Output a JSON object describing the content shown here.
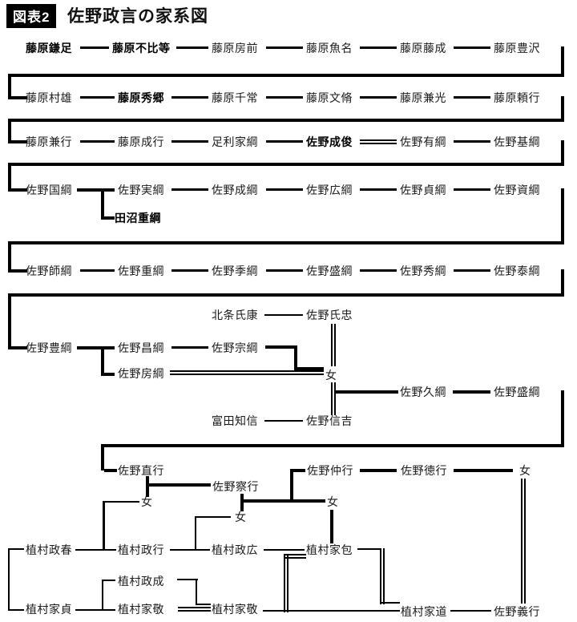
{
  "title": {
    "tag": "図表2",
    "heading": "佐野政言の家系図"
  },
  "colors": {
    "line": "#000000",
    "background": "#ffffff",
    "tag_background": "#000000",
    "tag_text": "#ffffff"
  },
  "diagram": {
    "node_fields": [
      "label",
      "x",
      "y_center",
      "bold"
    ],
    "line_fields_s": [
      "type",
      "x",
      "y",
      "width",
      "height"
    ],
    "line_fields_dh": [
      "type",
      "x",
      "y",
      "width"
    ],
    "line_fields_dv": [
      "type",
      "x",
      "y",
      "height"
    ],
    "nodes": [
      [
        "藤原鎌足",
        32,
        60,
        1
      ],
      [
        "藤原不比等",
        140,
        60,
        1
      ],
      [
        "藤原房前",
        264,
        60,
        0
      ],
      [
        "藤原魚名",
        382,
        60,
        0
      ],
      [
        "藤原藤成",
        499,
        60,
        0
      ],
      [
        "藤原豊沢",
        616,
        60,
        0
      ],
      [
        "藤原村雄",
        32,
        122,
        0
      ],
      [
        "藤原秀郷",
        147,
        122,
        1
      ],
      [
        "藤原千常",
        264,
        122,
        0
      ],
      [
        "藤原文脩",
        382,
        122,
        0
      ],
      [
        "藤原兼光",
        499,
        122,
        0
      ],
      [
        "藤原頼行",
        616,
        122,
        0
      ],
      [
        "藤原兼行",
        32,
        177,
        0
      ],
      [
        "藤原成行",
        147,
        177,
        0
      ],
      [
        "足利家綱",
        264,
        177,
        0
      ],
      [
        "佐野成俊",
        382,
        177,
        1
      ],
      [
        "佐野有綱",
        499,
        177,
        0
      ],
      [
        "佐野基綱",
        616,
        177,
        0
      ],
      [
        "佐野国綱",
        32,
        237,
        0
      ],
      [
        "佐野実綱",
        147,
        237,
        0
      ],
      [
        "佐野成綱",
        264,
        237,
        0
      ],
      [
        "佐野広綱",
        382,
        237,
        0
      ],
      [
        "佐野貞綱",
        499,
        237,
        0
      ],
      [
        "佐野資綱",
        616,
        237,
        0
      ],
      [
        "田沼重綱",
        143,
        272,
        1
      ],
      [
        "佐野師綱",
        32,
        338,
        0
      ],
      [
        "佐野重綱",
        147,
        338,
        0
      ],
      [
        "佐野季綱",
        264,
        338,
        0
      ],
      [
        "佐野盛綱",
        382,
        338,
        0
      ],
      [
        "佐野秀綱",
        499,
        338,
        0
      ],
      [
        "佐野泰綱",
        616,
        338,
        0
      ],
      [
        "北条氏康",
        264,
        393,
        0
      ],
      [
        "佐野氏忠",
        382,
        393,
        0
      ],
      [
        "佐野豊綱",
        32,
        434,
        0
      ],
      [
        "佐野昌綱",
        147,
        434,
        0
      ],
      [
        "佐野宗綱",
        264,
        434,
        0
      ],
      [
        "佐野房綱",
        147,
        466,
        0
      ],
      [
        "女",
        406,
        468,
        0
      ],
      [
        "佐野久綱",
        499,
        489,
        0
      ],
      [
        "佐野盛綱",
        616,
        489,
        0
      ],
      [
        "富田知信",
        264,
        525,
        0
      ],
      [
        "佐野信吉",
        382,
        525,
        0
      ],
      [
        "佐野直行",
        147,
        587,
        0
      ],
      [
        "佐野察行",
        265,
        607,
        0
      ],
      [
        "佐野仲行",
        383,
        587,
        0
      ],
      [
        "佐野徳行",
        500,
        587,
        0
      ],
      [
        "女",
        648,
        587,
        0
      ],
      [
        "女",
        176,
        626,
        0
      ],
      [
        "女",
        293,
        645,
        0
      ],
      [
        "女",
        408,
        626,
        0
      ],
      [
        "植村政春",
        32,
        686,
        0
      ],
      [
        "植村政行",
        147,
        686,
        0
      ],
      [
        "植村政広",
        264,
        686,
        0
      ],
      [
        "植村家包",
        382,
        686,
        0
      ],
      [
        "植村政成",
        147,
        725,
        0
      ],
      [
        "植村家貞",
        32,
        760,
        0
      ],
      [
        "植村家敬",
        147,
        760,
        0
      ],
      [
        "植村家敬",
        264,
        760,
        0
      ],
      [
        "植村家道",
        500,
        763,
        0
      ],
      [
        "佐野義行",
        616,
        763,
        0
      ]
    ],
    "lines": [
      [
        "s",
        100,
        58,
        36,
        3
      ],
      [
        "s",
        220,
        58,
        40,
        3
      ],
      [
        "s",
        332,
        58,
        46,
        3
      ],
      [
        "s",
        449,
        58,
        46,
        3
      ],
      [
        "s",
        566,
        58,
        46,
        3
      ],
      [
        "s",
        700,
        58,
        4,
        38
      ],
      [
        "s",
        10,
        92,
        694,
        4
      ],
      [
        "s",
        10,
        92,
        4,
        31
      ],
      [
        "s",
        10,
        120,
        24,
        4
      ],
      [
        "s",
        100,
        120,
        43,
        3
      ],
      [
        "s",
        214,
        120,
        46,
        3
      ],
      [
        "s",
        332,
        120,
        46,
        3
      ],
      [
        "s",
        449,
        120,
        46,
        3
      ],
      [
        "s",
        566,
        120,
        46,
        3
      ],
      [
        "s",
        700,
        120,
        4,
        32
      ],
      [
        "s",
        10,
        148,
        694,
        4
      ],
      [
        "s",
        10,
        148,
        4,
        30
      ],
      [
        "s",
        10,
        175,
        24,
        4
      ],
      [
        "s",
        100,
        175,
        43,
        3
      ],
      [
        "s",
        214,
        175,
        46,
        3
      ],
      [
        "s",
        332,
        175,
        46,
        3
      ],
      [
        "dh",
        449,
        174,
        46
      ],
      [
        "s",
        566,
        175,
        46,
        3
      ],
      [
        "s",
        700,
        175,
        4,
        32
      ],
      [
        "s",
        10,
        203,
        694,
        4
      ],
      [
        "s",
        10,
        203,
        4,
        35
      ],
      [
        "s",
        10,
        235,
        24,
        4
      ],
      [
        "s",
        96,
        235,
        47,
        4
      ],
      [
        "s",
        126,
        235,
        4,
        39
      ],
      [
        "s",
        126,
        270,
        17,
        4
      ],
      [
        "s",
        214,
        235,
        46,
        3
      ],
      [
        "s",
        332,
        235,
        46,
        3
      ],
      [
        "s",
        449,
        235,
        46,
        3
      ],
      [
        "s",
        566,
        235,
        46,
        3
      ],
      [
        "s",
        700,
        235,
        4,
        70
      ],
      [
        "s",
        10,
        301,
        694,
        4
      ],
      [
        "s",
        10,
        301,
        4,
        38
      ],
      [
        "s",
        10,
        336,
        24,
        4
      ],
      [
        "s",
        100,
        336,
        43,
        3
      ],
      [
        "s",
        214,
        336,
        46,
        3
      ],
      [
        "s",
        332,
        336,
        46,
        3
      ],
      [
        "s",
        449,
        336,
        46,
        3
      ],
      [
        "s",
        566,
        336,
        46,
        3
      ],
      [
        "s",
        700,
        336,
        4,
        34
      ],
      [
        "s",
        10,
        366,
        694,
        4
      ],
      [
        "s",
        10,
        366,
        4,
        69
      ],
      [
        "s",
        10,
        432,
        24,
        4
      ],
      [
        "s",
        330,
        392,
        48,
        2
      ],
      [
        "dv",
        413,
        404,
        53
      ],
      [
        "s",
        96,
        432,
        47,
        4
      ],
      [
        "s",
        126,
        432,
        4,
        37
      ],
      [
        "s",
        126,
        465,
        17,
        4
      ],
      [
        "s",
        214,
        432,
        46,
        3
      ],
      [
        "s",
        331,
        431,
        40,
        4
      ],
      [
        "s",
        367,
        431,
        4,
        31
      ],
      [
        "s",
        367,
        458,
        37,
        4
      ],
      [
        "dh",
        212,
        462,
        192
      ],
      [
        "dv",
        413,
        477,
        41
      ],
      [
        "s",
        417,
        487,
        80,
        4
      ],
      [
        "s",
        565,
        487,
        47,
        4
      ],
      [
        "s",
        700,
        487,
        4,
        71
      ],
      [
        "s",
        126,
        554,
        578,
        4
      ],
      [
        "s",
        126,
        554,
        4,
        33
      ],
      [
        "s",
        130,
        585,
        16,
        4
      ],
      [
        "s",
        330,
        524,
        48,
        2
      ],
      [
        "s",
        182,
        594,
        4,
        26
      ],
      [
        "s",
        182,
        603,
        81,
        4
      ],
      [
        "s",
        300,
        616,
        4,
        22
      ],
      [
        "s",
        300,
        623,
        106,
        4
      ],
      [
        "s",
        362,
        585,
        19,
        4
      ],
      [
        "s",
        362,
        585,
        4,
        42
      ],
      [
        "s",
        449,
        585,
        46,
        4
      ],
      [
        "s",
        566,
        585,
        74,
        4
      ],
      [
        "dv",
        650,
        597,
        156
      ],
      [
        "s",
        412,
        636,
        4,
        42
      ],
      [
        "s",
        10,
        684,
        2,
        78
      ],
      [
        "s",
        12,
        684,
        18,
        2
      ],
      [
        "s",
        12,
        760,
        18,
        2
      ],
      [
        "s",
        94,
        685,
        51,
        2
      ],
      [
        "s",
        130,
        625,
        44,
        2
      ],
      [
        "s",
        128,
        625,
        3,
        62
      ],
      [
        "s",
        212,
        685,
        50,
        2
      ],
      [
        "s",
        243,
        644,
        45,
        2
      ],
      [
        "s",
        243,
        644,
        2,
        43
      ],
      [
        "s",
        329,
        685,
        51,
        2
      ],
      [
        "dh",
        356,
        691,
        26
      ],
      [
        "dv",
        354,
        691,
        73
      ],
      [
        "s",
        446,
        684,
        30,
        2
      ],
      [
        "dv",
        474,
        684,
        70
      ],
      [
        "s",
        474,
        751,
        25,
        2
      ],
      [
        "s",
        328,
        761,
        171,
        2
      ],
      [
        "s",
        562,
        761,
        51,
        2
      ],
      [
        "s",
        127,
        723,
        2,
        39
      ],
      [
        "s",
        129,
        723,
        15,
        2
      ],
      [
        "s",
        129,
        760,
        15,
        2
      ],
      [
        "s",
        94,
        760,
        33,
        2
      ],
      [
        "s",
        221,
        722,
        26,
        2
      ],
      [
        "s",
        244,
        722,
        2,
        33
      ],
      [
        "s",
        244,
        753,
        19,
        2
      ],
      [
        "dh",
        222,
        757,
        41
      ]
    ]
  }
}
